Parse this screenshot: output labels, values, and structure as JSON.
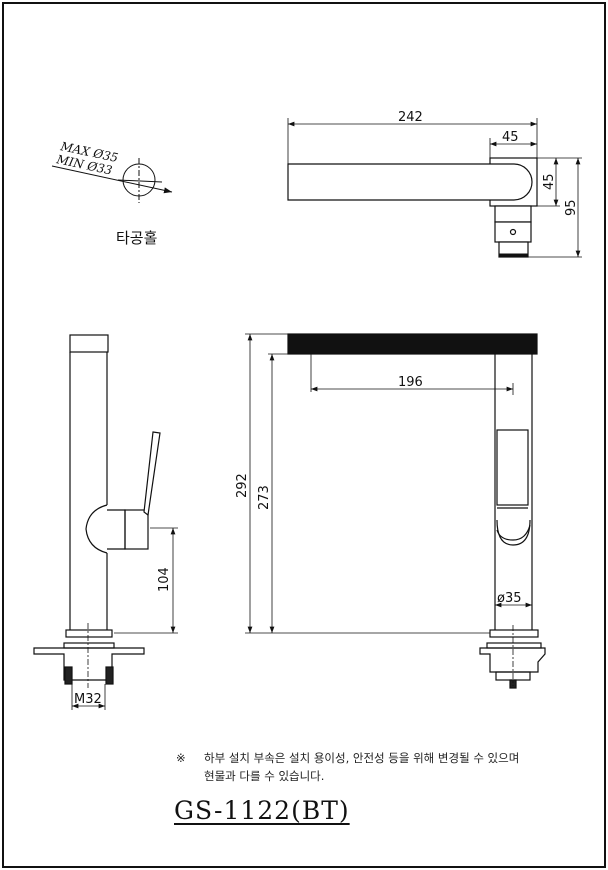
{
  "hole": {
    "max_label": "MAX Ø35",
    "min_label": "MIN Ø33",
    "caption": "타공홀"
  },
  "top_view": {
    "length": "242",
    "body_width": "45",
    "body_depth": "45",
    "total_depth": "95"
  },
  "side_view": {
    "handle_height": "104",
    "thread": "M32"
  },
  "front_view": {
    "total_height": "292",
    "spout_height": "273",
    "reach": "196",
    "diameter": "ø35"
  },
  "note": {
    "mark": "※",
    "line1": "하부 설치 부속은 설치 용이성, 안전성 등을 위해 변경될 수 있으며",
    "line2": "현물과 다를 수 있습니다."
  },
  "model": "GS-1122(BT)"
}
